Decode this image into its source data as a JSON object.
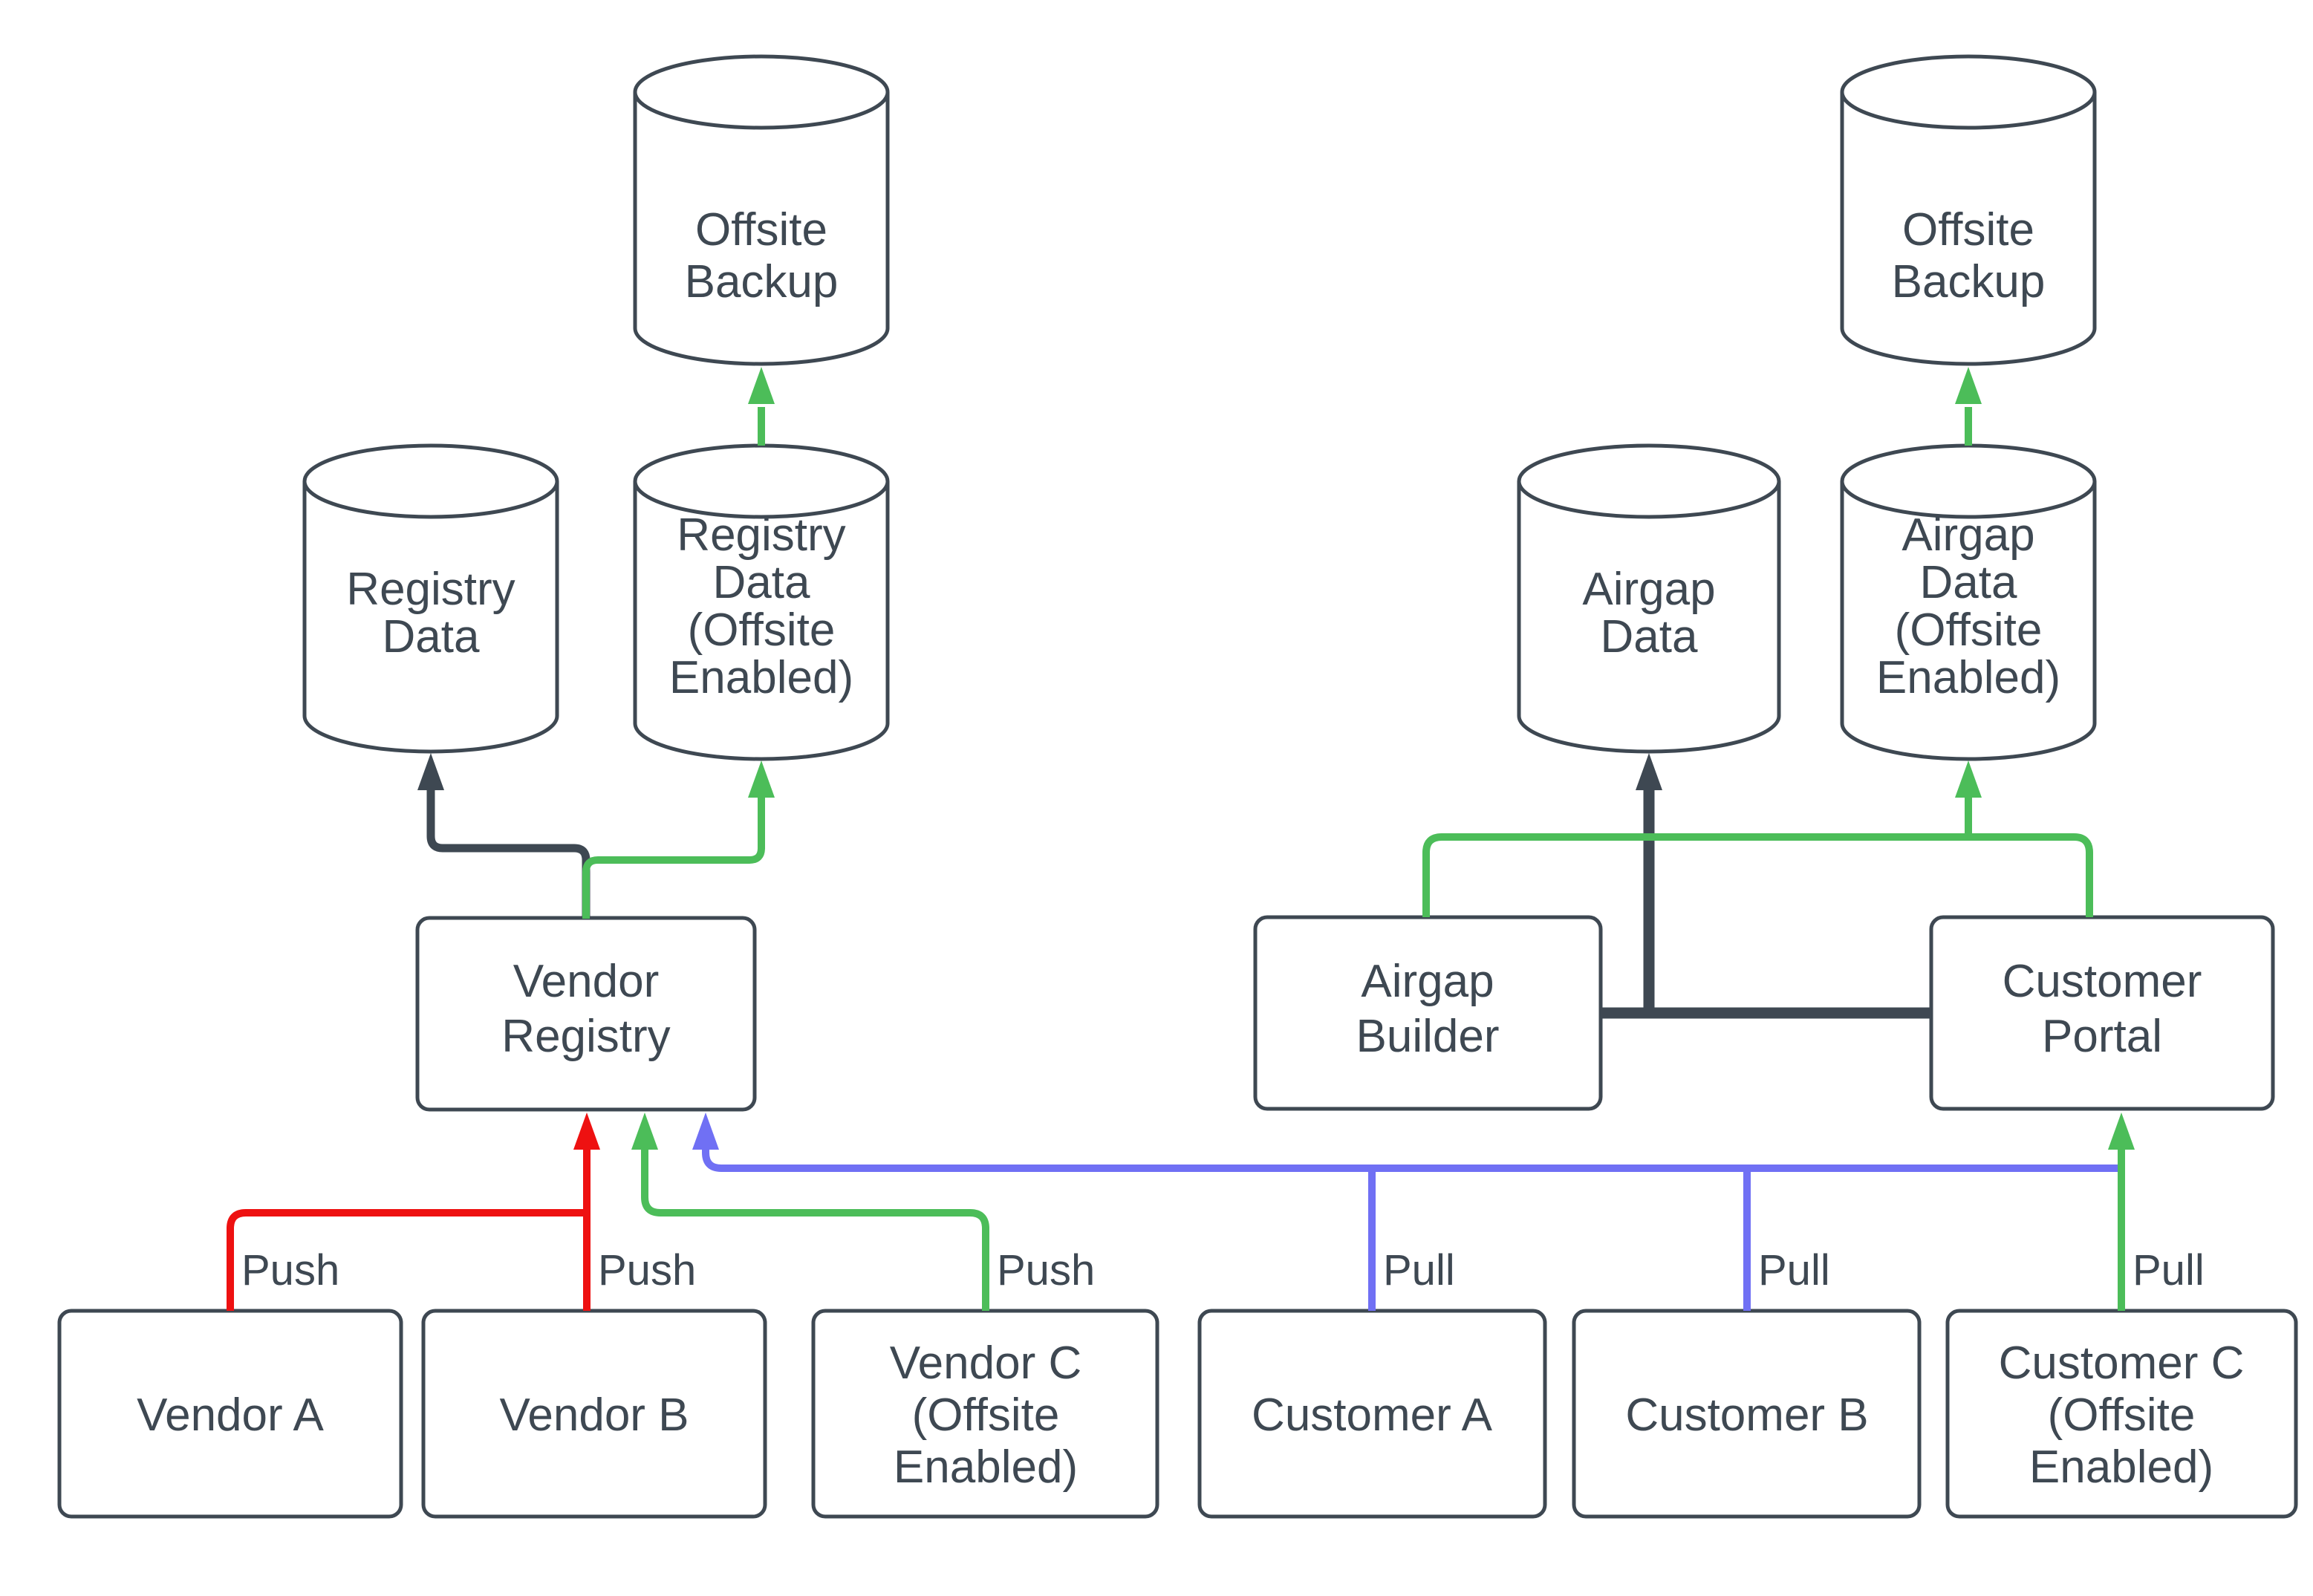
{
  "colors": {
    "node_stroke": "#3E4852",
    "text": "#3E4852",
    "green": "#4CBD59",
    "red": "#EE1111",
    "blue": "#7070F4",
    "background": "#FFFFFF"
  },
  "nodes": {
    "offsite_backup_left": {
      "shape": "cylinder",
      "lines": [
        "Offsite",
        "Backup"
      ]
    },
    "registry_data": {
      "shape": "cylinder",
      "lines": [
        "Registry",
        "Data"
      ]
    },
    "registry_data_offsite": {
      "shape": "cylinder",
      "lines": [
        "Registry",
        "Data",
        "(Offsite",
        "Enabled)"
      ]
    },
    "vendor_registry": {
      "shape": "box",
      "lines": [
        "Vendor",
        "Registry"
      ]
    },
    "vendor_a": {
      "shape": "box",
      "lines": [
        "Vendor A"
      ]
    },
    "vendor_b": {
      "shape": "box",
      "lines": [
        "Vendor B"
      ]
    },
    "vendor_c": {
      "shape": "box",
      "lines": [
        "Vendor C",
        "(Offsite",
        "Enabled)"
      ]
    },
    "offsite_backup_right": {
      "shape": "cylinder",
      "lines": [
        "Offsite",
        "Backup"
      ]
    },
    "airgap_data": {
      "shape": "cylinder",
      "lines": [
        "Airgap",
        "Data"
      ]
    },
    "airgap_data_offsite": {
      "shape": "cylinder",
      "lines": [
        "Airgap",
        "Data",
        "(Offsite",
        "Enabled)"
      ]
    },
    "airgap_builder": {
      "shape": "box",
      "lines": [
        "Airgap",
        "Builder"
      ]
    },
    "customer_portal": {
      "shape": "box",
      "lines": [
        "Customer",
        "Portal"
      ]
    },
    "customer_a": {
      "shape": "box",
      "lines": [
        "Customer A"
      ]
    },
    "customer_b": {
      "shape": "box",
      "lines": [
        "Customer B"
      ]
    },
    "customer_c": {
      "shape": "box",
      "lines": [
        "Customer C",
        "(Offsite",
        "Enabled)"
      ]
    }
  },
  "edges": {
    "vendor_a_push": {
      "label": "Push",
      "color": "#EE1111"
    },
    "vendor_b_push": {
      "label": "Push",
      "color": "#EE1111"
    },
    "vendor_c_push": {
      "label": "Push",
      "color": "#4CBD59"
    },
    "customer_a_pull": {
      "label": "Pull",
      "color": "#7070F4"
    },
    "customer_b_pull": {
      "label": "Pull",
      "color": "#7070F4"
    },
    "customer_c_pull": {
      "label": "Pull",
      "color": "#4CBD59"
    }
  }
}
